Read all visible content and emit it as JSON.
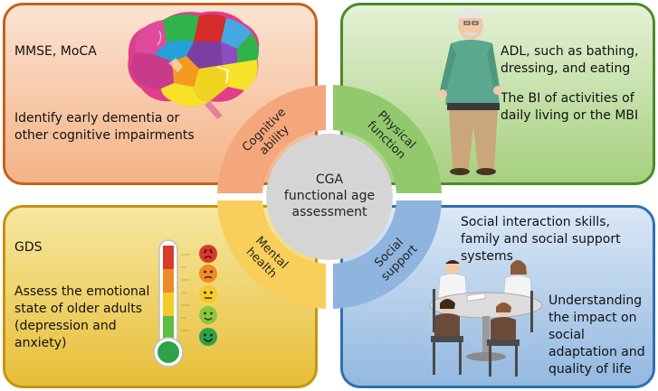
{
  "cognitive": {
    "tools": "MMSE, MoCA",
    "purpose": "Identify early dementia or other cognitive impairments",
    "segment_line1": "Cognitive",
    "segment_line2": "ability"
  },
  "physical": {
    "adl": "ADL, such as bathing, dressing, and eating",
    "bi": "The BI of activities of daily living or the MBI",
    "segment_line1": "Physical",
    "segment_line2": "function"
  },
  "mental": {
    "tool": "GDS",
    "purpose": "Assess the emotional state of older adults (depression and anxiety)",
    "segment_line1": "Mental",
    "segment_line2": "health"
  },
  "social": {
    "skills": "Social interaction skills, family and social support systems",
    "impact": "Understanding the impact on social adaptation and quality of life",
    "segment_line1": "Social",
    "segment_line2": "support"
  },
  "center": {
    "line1": "CGA",
    "line2": "functional age",
    "line3": "assessment"
  },
  "colors": {
    "cognitive": "#f4a77c",
    "physical": "#93c96d",
    "mental": "#f8cf5a",
    "social": "#8fb4de",
    "center": "#d5d5d5"
  },
  "icons": [
    "brain-icon",
    "elderly-man-icon",
    "thermometer-icon",
    "emotion-faces-icon",
    "meeting-table-icon"
  ]
}
